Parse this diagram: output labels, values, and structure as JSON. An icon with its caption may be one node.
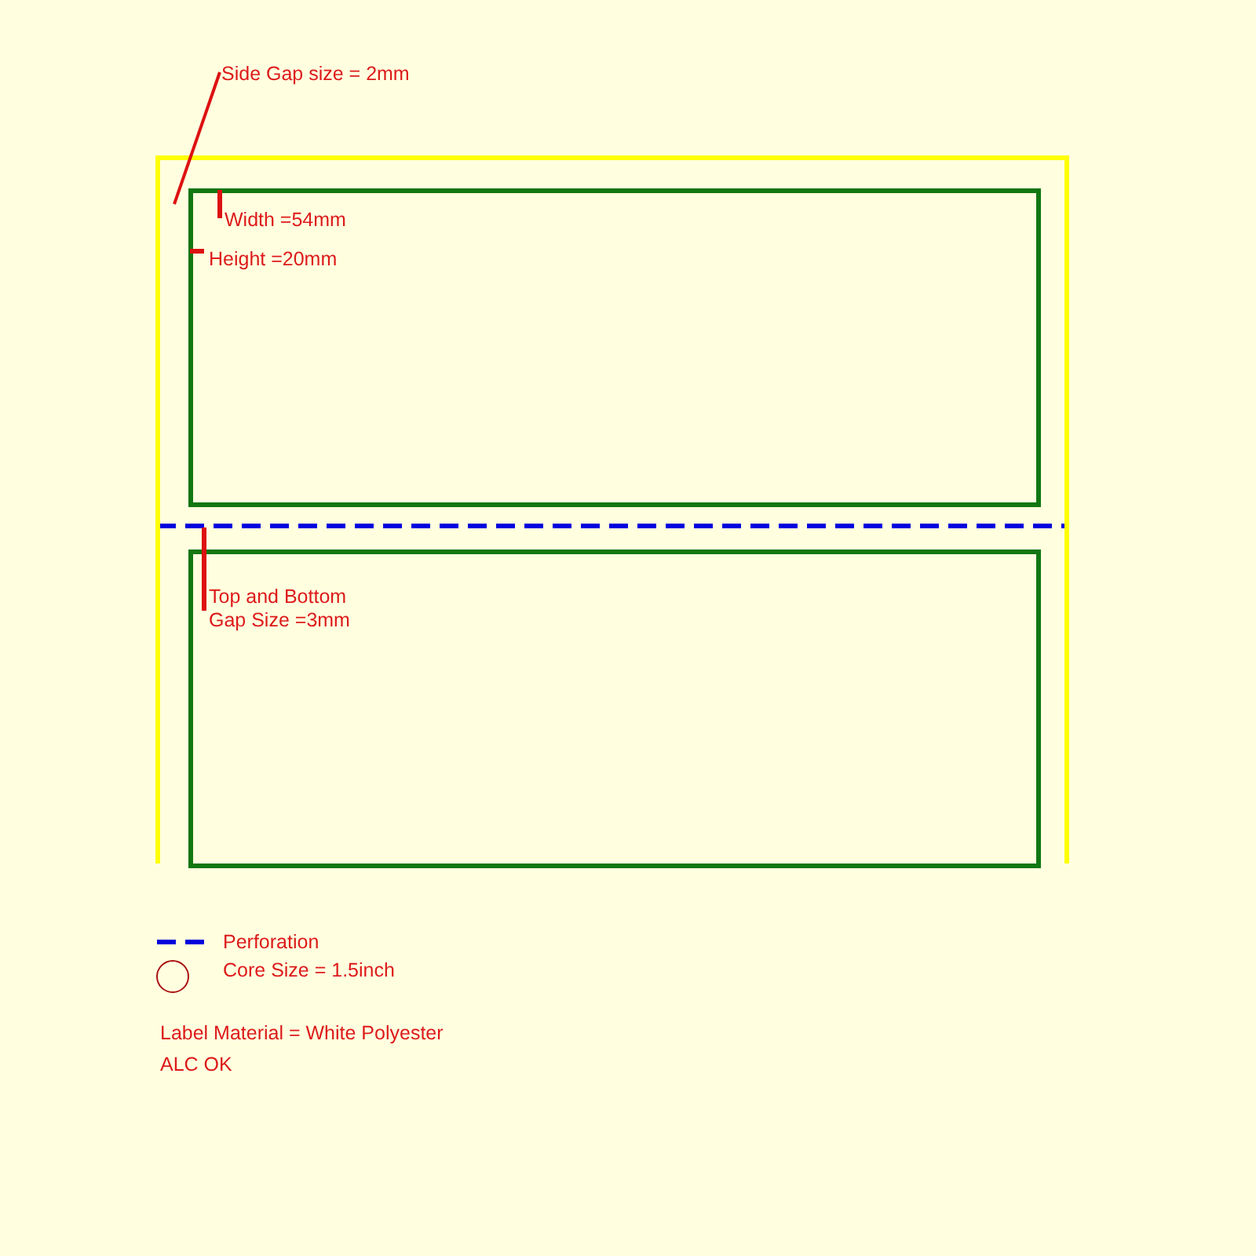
{
  "diagram": {
    "nodes": [
      {
        "text": [],
        "shape": "box"
      },
      {
        "text": [
          "Width =54mm",
          "Height =20mm"
        ],
        "in": 0
      },
      {
        "text": [
          "Top and Bottom Gap Size =3mm"
        ],
        "in": 0
      },
      {
        "text": [
          "Side Gap size = 2mm"
        ]
      }
    ],
    "edges": [
      {
        "from": 3,
        "to": 0,
        "arrow": "none"
      }
    ],
    "labels": [
      "Label Material = White Polyester",
      "ALC OK"
    ],
    "legend": [
      {
        "text": "Perforation"
      },
      {
        "text": "Core Size = 1.5inch"
      }
    ]
  }
}
